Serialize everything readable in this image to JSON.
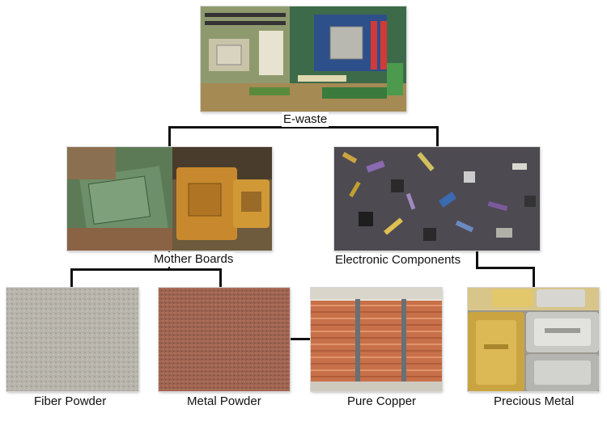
{
  "root": {
    "label": "E-waste",
    "image": "circuit-boards-photo"
  },
  "level1": [
    {
      "label": "Mother Boards",
      "image": "motherboard-scrap-photo"
    },
    {
      "label": "Electronic Components",
      "image": "electronic-components-photo"
    }
  ],
  "level2": [
    {
      "label": "Fiber Powder",
      "image": "fiber-powder-photo"
    },
    {
      "label": "Metal Powder",
      "image": "metal-powder-photo"
    },
    {
      "label": "Pure Copper",
      "image": "copper-sheets-photo"
    },
    {
      "label": "Precious Metal",
      "image": "precious-metal-bars-photo"
    }
  ],
  "colors": {
    "connector": "#111111",
    "copper": "#c8704a",
    "pcb_green": "#4a8a52",
    "gold": "#c9a441",
    "silver": "#c8c8c4"
  }
}
